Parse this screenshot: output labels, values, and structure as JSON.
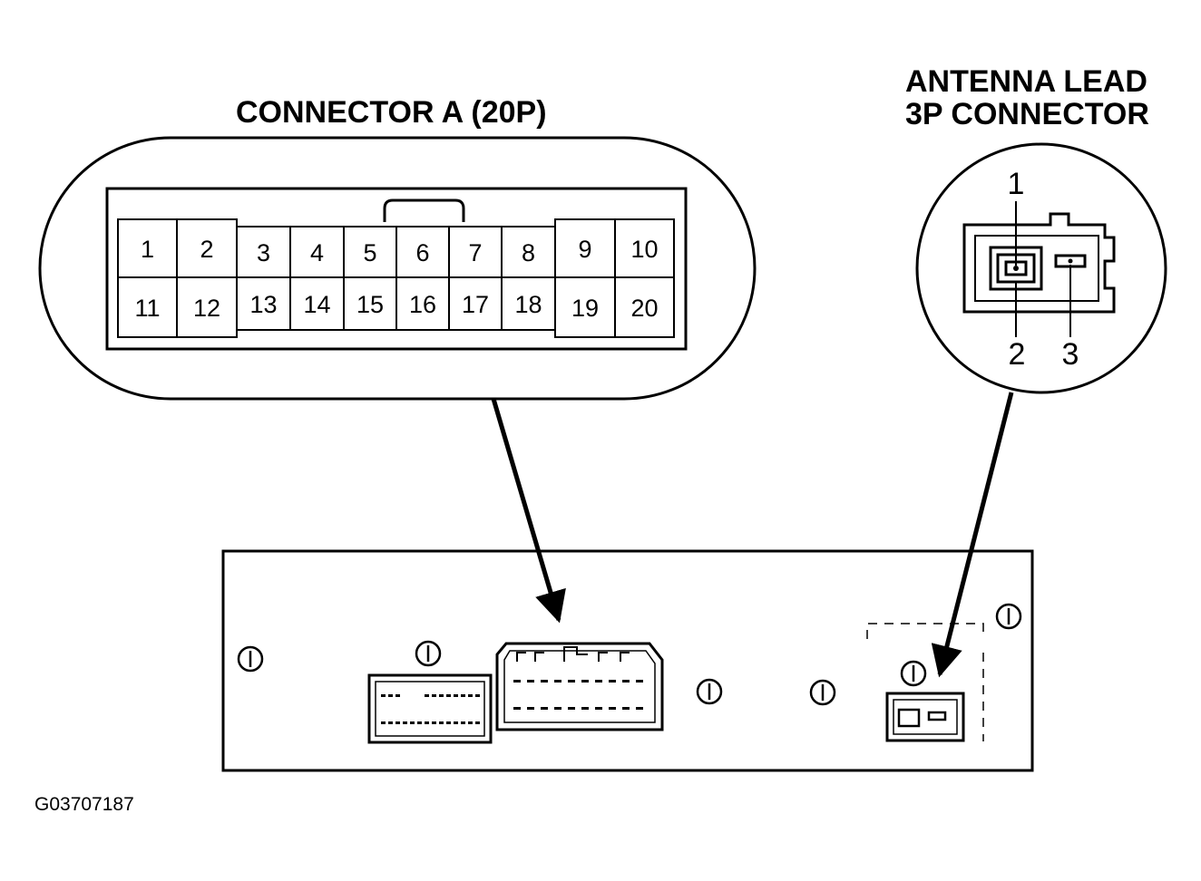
{
  "connector_a": {
    "title": "CONNECTOR A (20P)",
    "pins": [
      "1",
      "2",
      "3",
      "4",
      "5",
      "6",
      "7",
      "8",
      "9",
      "10",
      "11",
      "12",
      "13",
      "14",
      "15",
      "16",
      "17",
      "18",
      "19",
      "20"
    ]
  },
  "antenna_connector": {
    "title_line1": "ANTENNA LEAD",
    "title_line2": "3P CONNECTOR",
    "pins": [
      "1",
      "2",
      "3"
    ]
  },
  "figure_id": "G03707187",
  "colors": {
    "line": "#000000",
    "background": "#ffffff"
  }
}
